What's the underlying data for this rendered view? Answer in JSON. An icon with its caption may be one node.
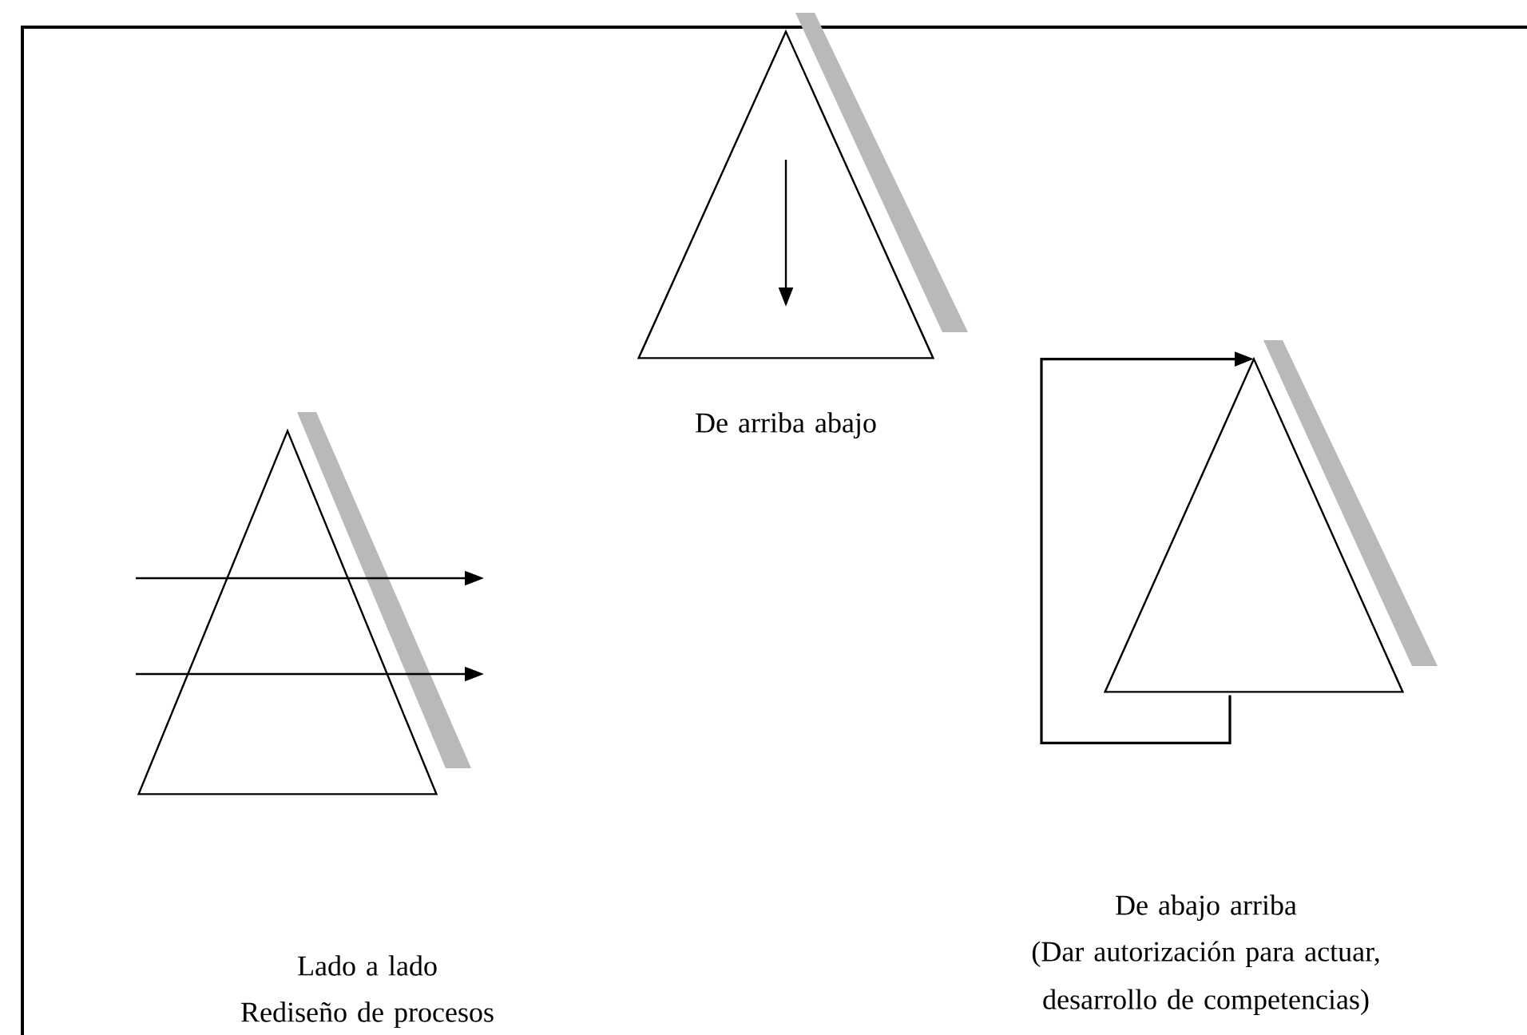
{
  "diagram": {
    "nodes": [
      {
        "text": [],
        "shape": "triangle",
        "beside": [
          "De arriba abajo"
        ]
      },
      {
        "text": [],
        "shape": "triangle",
        "beside": [
          "Lado a lado",
          "Rediseño de procesos"
        ]
      },
      {
        "text": [],
        "shape": "triangle",
        "beside": [
          "De abajo arriba",
          "(Dar autorización para actuar, desarrollo de competencias)"
        ]
      }
    ],
    "edges": [
      {
        "from": 2,
        "to": 2,
        "arrow": "to"
      }
    ]
  }
}
